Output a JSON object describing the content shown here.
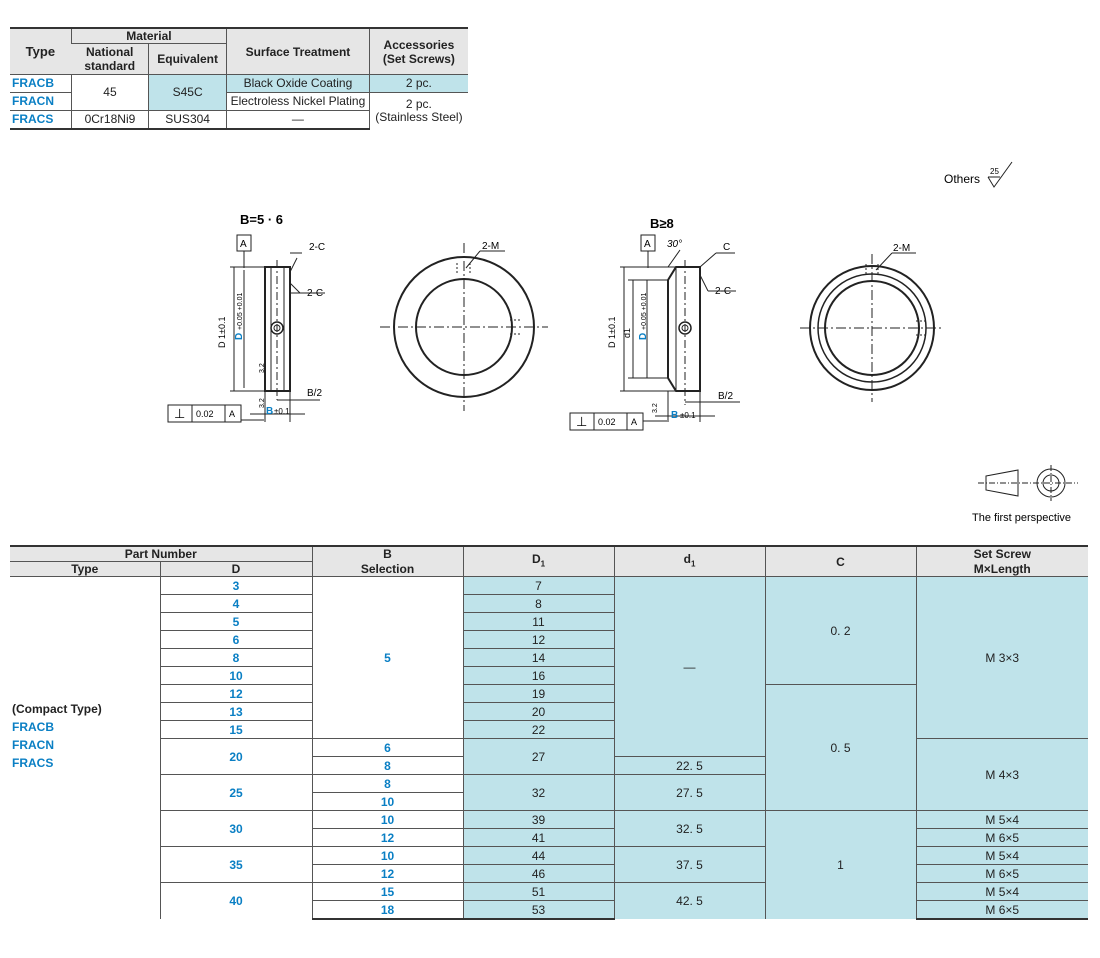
{
  "material_table": {
    "headers": {
      "type": "Type",
      "material": "Material",
      "national_standard": "National standard",
      "equivalent": "Equivalent",
      "surface_treatment": "Surface Treatment",
      "accessories": "Accessories",
      "accessories_sub": "(Set Screws)"
    },
    "rows": [
      {
        "type": "FRACB",
        "surface": "Black Oxide Coating",
        "accessory": "2 pc."
      },
      {
        "type": "FRACN",
        "surface": "Electroless Nickel Plating",
        "accessory": "2 pc."
      },
      {
        "type": "FRACS",
        "national": "0Cr18Ni9",
        "equivalent": "SUS304",
        "surface": "—",
        "accessory": "(Stainless Steel)"
      }
    ],
    "shared_national": "45",
    "shared_equivalent": "S45C"
  },
  "drawing": {
    "others": "Others",
    "roughness": "25",
    "view1_title": "B=5 · 6",
    "view2_title": "B≥8",
    "datum": "A",
    "chamfer_2c": "2-C",
    "chamfer_c": "C",
    "thread_2m": "2-M",
    "angle": "30°",
    "dim_D1": "D 1±0.1",
    "dim_D": "D",
    "dim_D_tol": "+0.05 +0.01",
    "dim_d1": "d1",
    "dim_B": "B",
    "dim_B_tol": "±0.1",
    "dim_B2": "B/2",
    "roughness_small": "3.2",
    "perp_symbol": "⊥",
    "perp_value": "0.02",
    "perspective_label": "The first perspective"
  },
  "part_table": {
    "headers": {
      "part_number": "Part Number",
      "type": "Type",
      "D": "D",
      "B": "B",
      "B_sub": "Selection",
      "D1": "D",
      "D1_sub": "1",
      "d1": "d",
      "d1_sub": "1",
      "C": "C",
      "set_screw": "Set Screw",
      "set_screw_sub": "M×Length"
    },
    "type_cell": [
      "(Compact Type)",
      "FRACB",
      "FRACN",
      "FRACS"
    ],
    "D": [
      "3",
      "4",
      "5",
      "6",
      "8",
      "10",
      "12",
      "13",
      "15",
      "20",
      "25",
      "30",
      "35",
      "40"
    ],
    "B_small": "5",
    "B_values": [
      "6",
      "8",
      "8",
      "10",
      "10",
      "12",
      "10",
      "12",
      "15",
      "18"
    ],
    "D1": [
      "7",
      "8",
      "11",
      "12",
      "14",
      "16",
      "19",
      "20",
      "22",
      "27",
      "32",
      "39",
      "41",
      "44",
      "46",
      "51",
      "53"
    ],
    "d1_dash": "—",
    "d1": [
      "22. 5",
      "27. 5",
      "32. 5",
      "37. 5",
      "42. 5"
    ],
    "C": [
      "0. 2",
      "0. 5",
      "1"
    ],
    "screw": [
      "M 3×3",
      "M 4×3",
      "M 5×4",
      "M 6×5",
      "M 5×4",
      "M 6×5",
      "M 5×4",
      "M 6×5"
    ]
  }
}
